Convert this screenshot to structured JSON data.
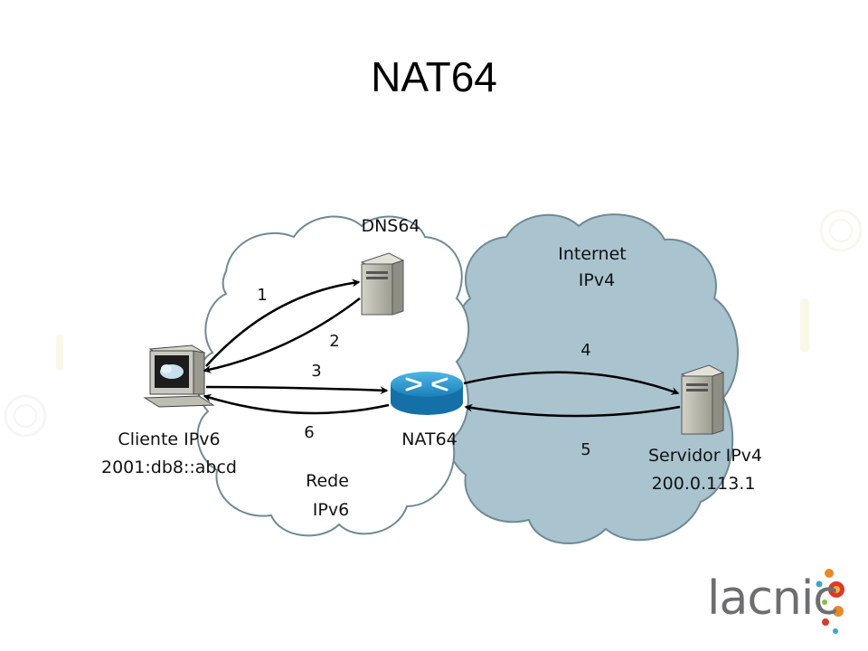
{
  "slide": {
    "title": "NAT64"
  },
  "diagram": {
    "nodes": {
      "dns64": {
        "label": "DNS64"
      },
      "internet": {
        "label_line1": "Internet",
        "label_line2": "IPv4"
      },
      "client": {
        "label_line1": "Cliente IPv6",
        "label_line2": "2001:db8::abcd"
      },
      "nat64": {
        "label": "NAT64"
      },
      "rede": {
        "label_line1": "Rede",
        "label_line2": "IPv6"
      },
      "server": {
        "label_line1": "Servidor IPv4",
        "label_line2": "200.0.113.1"
      }
    },
    "steps": [
      "1",
      "2",
      "3",
      "4",
      "5",
      "6"
    ]
  },
  "logo": {
    "text": "lacnic",
    "name": "lacnic-logo"
  },
  "colors": {
    "ipv4_cloud": "#a9c4cf",
    "ipv6_cloud": "#ffffff",
    "router": "#1f8fc9",
    "server": "#b5b5a8"
  }
}
